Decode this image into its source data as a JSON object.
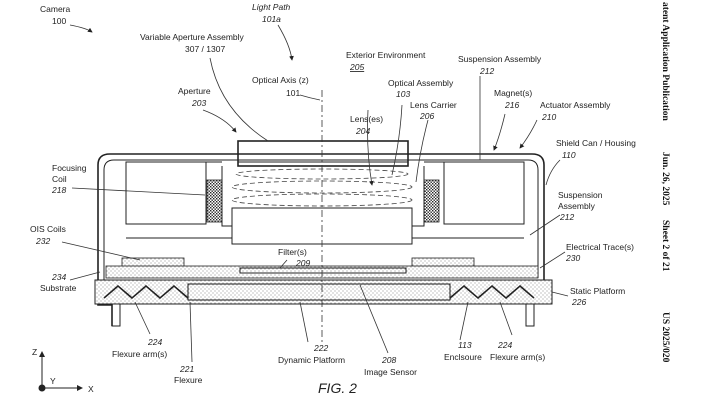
{
  "figure": {
    "caption": "FIG. 2",
    "side_header": {
      "publication": "atent Application Publication",
      "date": "Jun. 26, 2025",
      "sheet": "Sheet 2 of 21",
      "number": "US 2025/020"
    },
    "axes": {
      "z": "Z",
      "y": "Y",
      "x": "X"
    },
    "labels": {
      "camera": {
        "name": "Camera",
        "ref": "100"
      },
      "light_path": {
        "name": "Light Path",
        "ref": "101a"
      },
      "variable_aperture": {
        "name": "Variable Aperture Assembly",
        "ref": "307 / 1307"
      },
      "optical_axis": {
        "name": "Optical Axis (z)",
        "ref": "101"
      },
      "exterior": {
        "name": "Exterior Environment",
        "ref": "205"
      },
      "suspension_top": {
        "name": "Suspension Assembly",
        "ref": "212"
      },
      "aperture": {
        "name": "Aperture",
        "ref": "203"
      },
      "optical_assembly": {
        "name": "Optical Assembly",
        "ref": "103"
      },
      "magnets": {
        "name": "Magnet(s)",
        "ref": "216"
      },
      "lens_carrier": {
        "name": "Lens Carrier",
        "ref": "206"
      },
      "actuator": {
        "name": "Actuator Assembly",
        "ref": "210"
      },
      "lenses": {
        "name": "Lens(es)",
        "ref": "204"
      },
      "shield_can": {
        "name": "Shield Can / Housing",
        "ref": "110"
      },
      "focusing_coil": {
        "name1": "Focusing",
        "name2": "Coil",
        "ref": "218"
      },
      "suspension_right": {
        "name1": "Suspension",
        "name2": "Assembly",
        "ref": "212"
      },
      "ois_coils": {
        "name": "OIS Coils",
        "ref": "232"
      },
      "filters": {
        "name": "Filter(s)",
        "ref": "209"
      },
      "electrical_traces": {
        "name": "Electrical Trace(s)",
        "ref": "230"
      },
      "substrate": {
        "name": "Substrate",
        "ref": "234"
      },
      "static_platform": {
        "name": "Static Platform",
        "ref": "226"
      },
      "flexure_arm_left": {
        "name": "Flexure arm(s)",
        "ref": "224"
      },
      "dynamic_platform": {
        "name": "Dynamic Platform",
        "ref": "222"
      },
      "enclosure": {
        "name": "Enclsoure",
        "ref": "113"
      },
      "flexure_arm_right": {
        "name": "Flexure arm(s)",
        "ref": "224"
      },
      "flexure": {
        "name": "Flexure",
        "ref": "221"
      },
      "image_sensor": {
        "name": "Image Sensor",
        "ref": "208"
      }
    }
  }
}
